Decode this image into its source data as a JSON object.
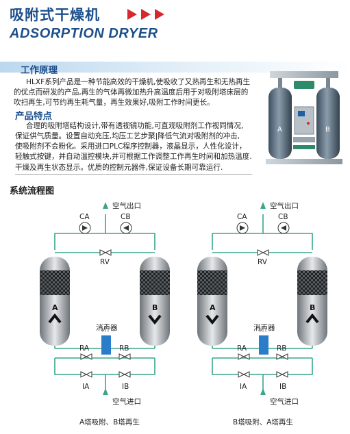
{
  "header": {
    "title_cn": "吸附式干燥机",
    "title_en": "ADSORPTION DRYER"
  },
  "principle": {
    "heading": "工作原理",
    "lines": [
      "HLXF系列产品是一种节能高效的干燥机,使吸收了又热再生和无热再生",
      "的优点而研发的产品,再生的气体再微加热升高温度后用于对吸附塔床层的",
      "吹扫再生,可节约再生耗气量，再生效果好,吸附工作时间更长。"
    ]
  },
  "features": {
    "heading": "产品特点",
    "lines": [
      "合理的吸附塔结构设计,带有透视镜功能,可直观吸附剂工作视同情况,",
      "保证供气质量。设置自动充压,均压工艺步聚|降低气流对吸附剂的冲击,",
      "使吸附剂不会粉化。采用进口PLC程序控制器，液晶显示，人性化设计，",
      "轻触式按键，并自动温控模块,并可根据工作调整工作再生时间和加热温度.",
      "干燥及再生状态显示。优质的控制元器件,保证设备长期可靠运行."
    ]
  },
  "photo": {
    "tower_a": "A",
    "tower_b": "B"
  },
  "flow": {
    "heading": "系统流程图",
    "labels": {
      "air_out": "空气出口",
      "air_in": "空气进口",
      "ca": "CA",
      "cb": "CB",
      "rv": "RV",
      "ra": "RA",
      "rb": "RB",
      "ia": "IA",
      "ib": "IB",
      "silencer": "消声器",
      "tower_a": "A",
      "tower_b": "B"
    },
    "diagrams": [
      {
        "caption": "A塔吸附、B塔再生",
        "adsorbing": "A"
      },
      {
        "caption": "B塔吸附、A塔再生",
        "adsorbing": "B"
      }
    ]
  },
  "colors": {
    "brand_blue": "#1d4f8c",
    "pipe_green": "#3aa58c",
    "arrow_red": "#d7282f",
    "silencer_blue": "#2a7dc8"
  }
}
